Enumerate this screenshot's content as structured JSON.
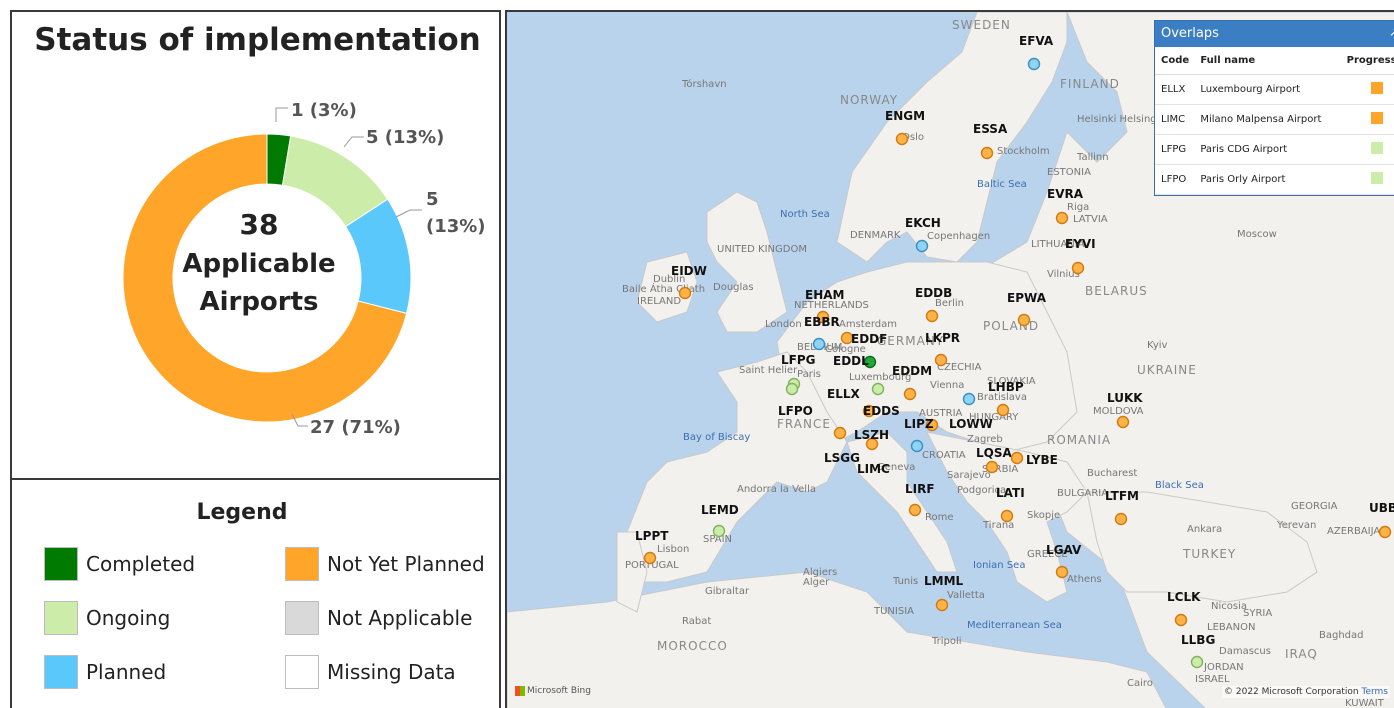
{
  "status": {
    "title": "Status of implementation",
    "center_number": "38",
    "center_line1": "Applicable",
    "center_line2": "Airports",
    "segments": [
      {
        "name": "Completed",
        "value": 1,
        "label": "1 (3%)",
        "color": "#007a00"
      },
      {
        "name": "Ongoing",
        "value": 5,
        "label": "5 (13%)",
        "color": "#ccecaa"
      },
      {
        "name": "Planned",
        "value": 5,
        "label_line1": "5",
        "label_line2": "(13%)",
        "color": "#5ac8fa"
      },
      {
        "name": "Not Yet Planned",
        "value": 27,
        "label": "27 (71%)",
        "color": "#ffa52a"
      }
    ]
  },
  "legend": {
    "title": "Legend",
    "items": [
      {
        "label": "Completed",
        "color": "#007a00"
      },
      {
        "label": "Not Yet Planned",
        "color": "#ffa52a"
      },
      {
        "label": "Ongoing",
        "color": "#ccecaa"
      },
      {
        "label": "Not Applicable",
        "color": "#d9d9d9"
      },
      {
        "label": "Planned",
        "color": "#5ac8fa"
      },
      {
        "label": "Missing Data",
        "color": "#ffffff"
      }
    ]
  },
  "overlaps": {
    "title": "Overlaps",
    "col_code": "Code",
    "col_name": "Full name",
    "col_progress": "Progress",
    "rows": [
      {
        "code": "ELLX",
        "name": "Luxembourg Airport",
        "color": "#ffa52a"
      },
      {
        "code": "LIMC",
        "name": "Milano Malpensa Airport",
        "color": "#ffa52a"
      },
      {
        "code": "LFPG",
        "name": "Paris CDG Airport",
        "color": "#ccecaa"
      },
      {
        "code": "LFPO",
        "name": "Paris Orly Airport",
        "color": "#ccecaa"
      }
    ]
  },
  "map": {
    "bing": "Microsoft Bing",
    "copyright": "© 2022 Microsoft Corporation",
    "terms": "Terms",
    "airports": [
      {
        "code": "EFVA",
        "status": "Planned"
      },
      {
        "code": "ENGM",
        "status": "Not Yet Planned"
      },
      {
        "code": "ESSA",
        "status": "Not Yet Planned"
      },
      {
        "code": "EVRA",
        "status": "Not Yet Planned"
      },
      {
        "code": "EKCH",
        "status": "Planned"
      },
      {
        "code": "EYVI",
        "status": "Not Yet Planned"
      },
      {
        "code": "EIDW",
        "status": "Not Yet Planned"
      },
      {
        "code": "EHAM",
        "status": "Not Yet Planned"
      },
      {
        "code": "EDDB",
        "status": "Not Yet Planned"
      },
      {
        "code": "EPWA",
        "status": "Not Yet Planned"
      },
      {
        "code": "EBBR",
        "status": "Planned"
      },
      {
        "code": "EDDF",
        "status": "Not Yet Planned"
      },
      {
        "code": "LKPR",
        "status": "Not Yet Planned"
      },
      {
        "code": "LFPG",
        "status": "Ongoing"
      },
      {
        "code": "EDDL",
        "status": "Completed"
      },
      {
        "code": "EDDM",
        "status": "Not Yet Planned"
      },
      {
        "code": "ELLX",
        "status": "Ongoing"
      },
      {
        "code": "LHBP",
        "status": "Planned"
      },
      {
        "code": "LFPO",
        "status": "Ongoing"
      },
      {
        "code": "EDDS",
        "status": "Not Yet Planned"
      },
      {
        "code": "LUKK",
        "status": "Not Yet Planned"
      },
      {
        "code": "LIPZ",
        "status": "Not Yet Planned"
      },
      {
        "code": "LOWW",
        "status": "Not Yet Planned"
      },
      {
        "code": "LSZH",
        "status": "Not Yet Planned"
      },
      {
        "code": "LQSA",
        "status": "Not Yet Planned"
      },
      {
        "code": "LYBE",
        "status": "Not Yet Planned"
      },
      {
        "code": "LSGG",
        "status": "Not Yet Planned"
      },
      {
        "code": "LIMC",
        "status": "Planned"
      },
      {
        "code": "LIRF",
        "status": "Not Yet Planned"
      },
      {
        "code": "LATI",
        "status": "Not Yet Planned"
      },
      {
        "code": "LTFM",
        "status": "Not Yet Planned"
      },
      {
        "code": "UBBB",
        "status": "Not Yet Planned"
      },
      {
        "code": "LEMD",
        "status": "Ongoing"
      },
      {
        "code": "LPPT",
        "status": "Not Yet Planned"
      },
      {
        "code": "LGAV",
        "status": "Not Yet Planned"
      },
      {
        "code": "LMML",
        "status": "Not Yet Planned"
      },
      {
        "code": "LCLK",
        "status": "Not Yet Planned"
      },
      {
        "code": "LLBG",
        "status": "Ongoing"
      }
    ],
    "places": [
      "SWEDEN",
      "FINLAND",
      "NORWAY",
      "Tórshavn",
      "Oslo",
      "Stockholm",
      "Helsinki Helsingfors",
      "Tallinn",
      "ESTONIA",
      "Riga",
      "LATVIA",
      "Baltic Sea",
      "North Sea",
      "DENMARK",
      "Copenhagen",
      "LITHUANIA",
      "Vilnius",
      "Moscow",
      "UNITED KINGDOM",
      "Dublin",
      "Baile Átha Cliath",
      "IRELAND",
      "Douglas",
      "NETHERLANDS",
      "Amsterdam",
      "London",
      "Berlin",
      "POLAND",
      "BELARUS",
      "BELGIUM",
      "GERMANY",
      "Luxembourg",
      "Saint Helier",
      "Paris",
      "CZECHIA",
      "Kyiv",
      "UKRAINE",
      "Vienna",
      "Bratislava",
      "SLOVAKIA",
      "MOLDOVA",
      "FRANCE",
      "AUSTRIA",
      "HUNGARY",
      "Bay of Biscay",
      "ROMANIA",
      "Zagreb",
      "CROATIA",
      "Bucharest",
      "Sarajevo",
      "SERBIA",
      "Podgorica",
      "BULGARIA",
      "Black Sea",
      "Andorra la Vella",
      "Rome",
      "Tirana",
      "Skopje",
      "GEORGIA",
      "Yerevan",
      "AZERBAIJAN",
      "Ankara",
      "TURKEY",
      "SPAIN",
      "Lisbon",
      "PORTUGAL",
      "GREECE",
      "Athens",
      "Ionian Sea",
      "Algiers",
      "Alger",
      "Tunis",
      "Valletta",
      "Gibraltar",
      "TUNISIA",
      "Rabat",
      "MOROCCO",
      "Mediterranean Sea",
      "Tripoli",
      "Nicosia",
      "SYRIA",
      "LEBANON",
      "Baghdad",
      "Damascus",
      "IRAQ",
      "JORDAN",
      "ISRAEL",
      "Cairo",
      "KUWAIT",
      "Geneva",
      "Cologne"
    ]
  }
}
